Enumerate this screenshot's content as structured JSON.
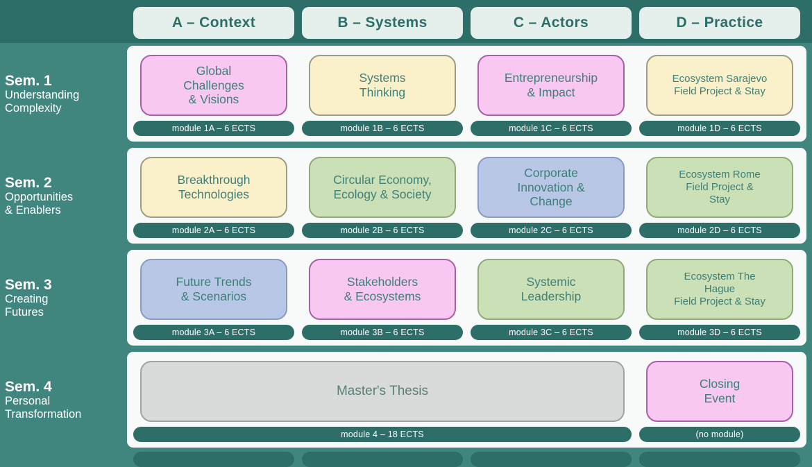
{
  "palette": {
    "background_teal": "#41867E",
    "dark_teal": "#2E6E68",
    "header_box_bg": "#E5EFEC",
    "row_bg": "#F7FAF8",
    "card_text": "#3E8078",
    "pill_bg": "#2E6E68",
    "pink_fill": "#F8C7F2",
    "pink_border": "#A95FA5",
    "yellow_fill": "#FAF0CA",
    "yellow_border": "#9C9C85",
    "green_fill": "#CBE0B6",
    "green_border": "#8FA97B",
    "blue_fill": "#B8C7E6",
    "blue_border": "#8A9AC4",
    "gray_fill": "#D8DBD9",
    "gray_border": "#9FA3A1"
  },
  "columns": [
    {
      "label": "A – Context"
    },
    {
      "label": "B – Systems"
    },
    {
      "label": "C – Actors"
    },
    {
      "label": "D – Practice"
    }
  ],
  "rows": [
    {
      "sem": "Sem. 1",
      "subtitle": "Understanding\nComplexity",
      "cells": [
        {
          "title": "Global\nChallenges\n& Visions",
          "color": "pink",
          "module": "module 1A – 6 ECTS"
        },
        {
          "title": "Systems\nThinking",
          "color": "yellow",
          "module": "module 1B – 6 ECTS"
        },
        {
          "title": "Entrepreneurship\n& Impact",
          "color": "pink",
          "module": "module 1C – 6 ECTS"
        },
        {
          "title": "Ecosystem Sarajevo\nField Project & Stay",
          "color": "yellow",
          "module": "module 1D – 6 ECTS"
        }
      ]
    },
    {
      "sem": "Sem. 2",
      "subtitle": "Opportunities\n& Enablers",
      "cells": [
        {
          "title": "Breakthrough\nTechnologies",
          "color": "yellow",
          "module": "module 2A – 6 ECTS"
        },
        {
          "title": "Circular Economy,\nEcology & Society",
          "color": "green",
          "module": "module 2B – 6 ECTS"
        },
        {
          "title": "Corporate\nInnovation &\nChange",
          "color": "blue",
          "module": "module 2C – 6 ECTS"
        },
        {
          "title": "Ecosystem Rome\nField Project &\nStay",
          "color": "green",
          "module": "module 2D – 6 ECTS"
        }
      ]
    },
    {
      "sem": "Sem. 3",
      "subtitle": "Creating\nFutures",
      "cells": [
        {
          "title": "Future Trends\n& Scenarios",
          "color": "blue",
          "module": "module 3A – 6 ECTS"
        },
        {
          "title": "Stakeholders\n& Ecosystems",
          "color": "pink",
          "module": "module 3B – 6 ECTS"
        },
        {
          "title": "Systemic\nLeadership",
          "color": "green",
          "module": "module 3C – 6 ECTS"
        },
        {
          "title": "Ecosystem The\nHague\nField Project & Stay",
          "color": "green",
          "module": "module 3D – 6 ECTS"
        }
      ]
    },
    {
      "sem": "Sem. 4",
      "subtitle": "Personal\nTransformation",
      "cells": [
        {
          "title": "Master's Thesis",
          "color": "gray",
          "module": "module 4 – 18 ECTS"
        },
        {
          "title": "Closing\nEvent",
          "color": "pink",
          "module": "(no module)"
        }
      ]
    }
  ]
}
